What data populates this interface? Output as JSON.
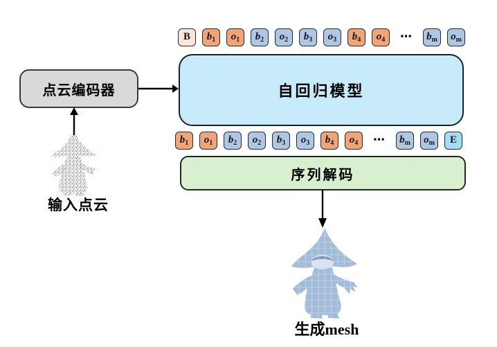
{
  "diagram": {
    "boxes": {
      "encoder": "点云编码器",
      "autoregressive": "自回归模型",
      "decoder": "序列解码"
    },
    "labels": {
      "input": "输入点云",
      "output": "生成mesh"
    },
    "top_tokens": [
      {
        "text": "B",
        "type": "start"
      },
      {
        "text": "b",
        "sub": "1",
        "type": "orange"
      },
      {
        "text": "o",
        "sub": "1",
        "type": "orange"
      },
      {
        "text": "b",
        "sub": "2",
        "type": "blue"
      },
      {
        "text": "o",
        "sub": "2",
        "type": "blue"
      },
      {
        "text": "b",
        "sub": "3",
        "type": "blue"
      },
      {
        "text": "o",
        "sub": "3",
        "type": "blue"
      },
      {
        "text": "b",
        "sub": "4",
        "type": "orange"
      },
      {
        "text": "o",
        "sub": "4",
        "type": "orange"
      },
      {
        "text": "⋯",
        "type": "dots"
      },
      {
        "text": "b",
        "sub": "m",
        "type": "blue"
      },
      {
        "text": "o",
        "sub": "m",
        "type": "blue"
      }
    ],
    "bottom_tokens": [
      {
        "text": "b",
        "sub": "1",
        "type": "orange"
      },
      {
        "text": "o",
        "sub": "1",
        "type": "orange"
      },
      {
        "text": "b",
        "sub": "2",
        "type": "blue"
      },
      {
        "text": "o",
        "sub": "2",
        "type": "blue"
      },
      {
        "text": "b",
        "sub": "3",
        "type": "blue"
      },
      {
        "text": "o",
        "sub": "3",
        "type": "blue"
      },
      {
        "text": "b",
        "sub": "4",
        "type": "orange"
      },
      {
        "text": "o",
        "sub": "4",
        "type": "orange"
      },
      {
        "text": "⋯",
        "type": "dots"
      },
      {
        "text": "b",
        "sub": "m",
        "type": "blue"
      },
      {
        "text": "o",
        "sub": "m",
        "type": "blue"
      },
      {
        "text": "E",
        "type": "end"
      }
    ],
    "colors": {
      "token_start": "#FBE5D6",
      "token_orange": "#F2A477",
      "token_blue": "#AFC7E2",
      "token_end": "#A6DCF2",
      "token_border": "#1F2A38",
      "encoder_fill": "#D9D9D9",
      "ar_fill": "#C7EBFA",
      "decoder_fill": "#D9F0D0",
      "mesh_fill": "#A2BBD8"
    }
  }
}
